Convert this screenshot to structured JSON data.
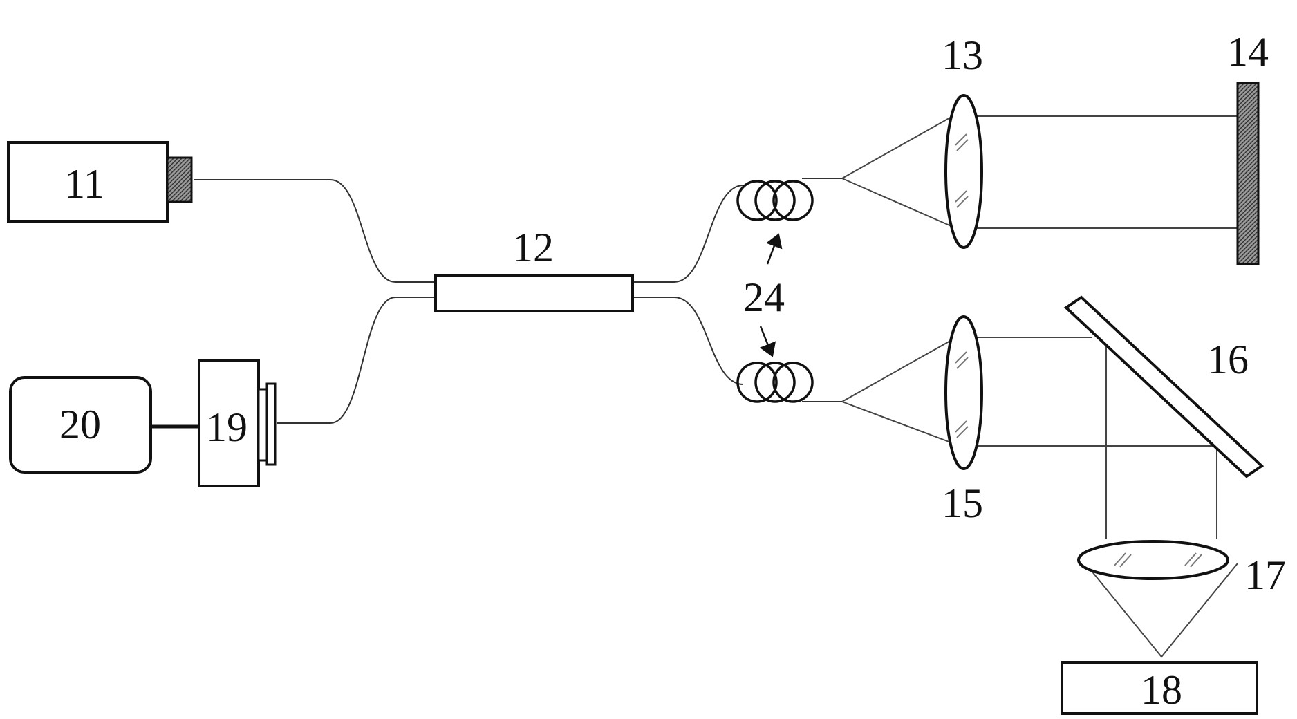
{
  "labels": {
    "source_11": "11",
    "coupler_12": "12",
    "lens_13": "13",
    "mirror_14": "14",
    "lens_15": "15",
    "mirror_16": "16",
    "lens_17": "17",
    "detector_18": "18",
    "module_19": "19",
    "controller_20": "20",
    "coils_24": "24"
  }
}
